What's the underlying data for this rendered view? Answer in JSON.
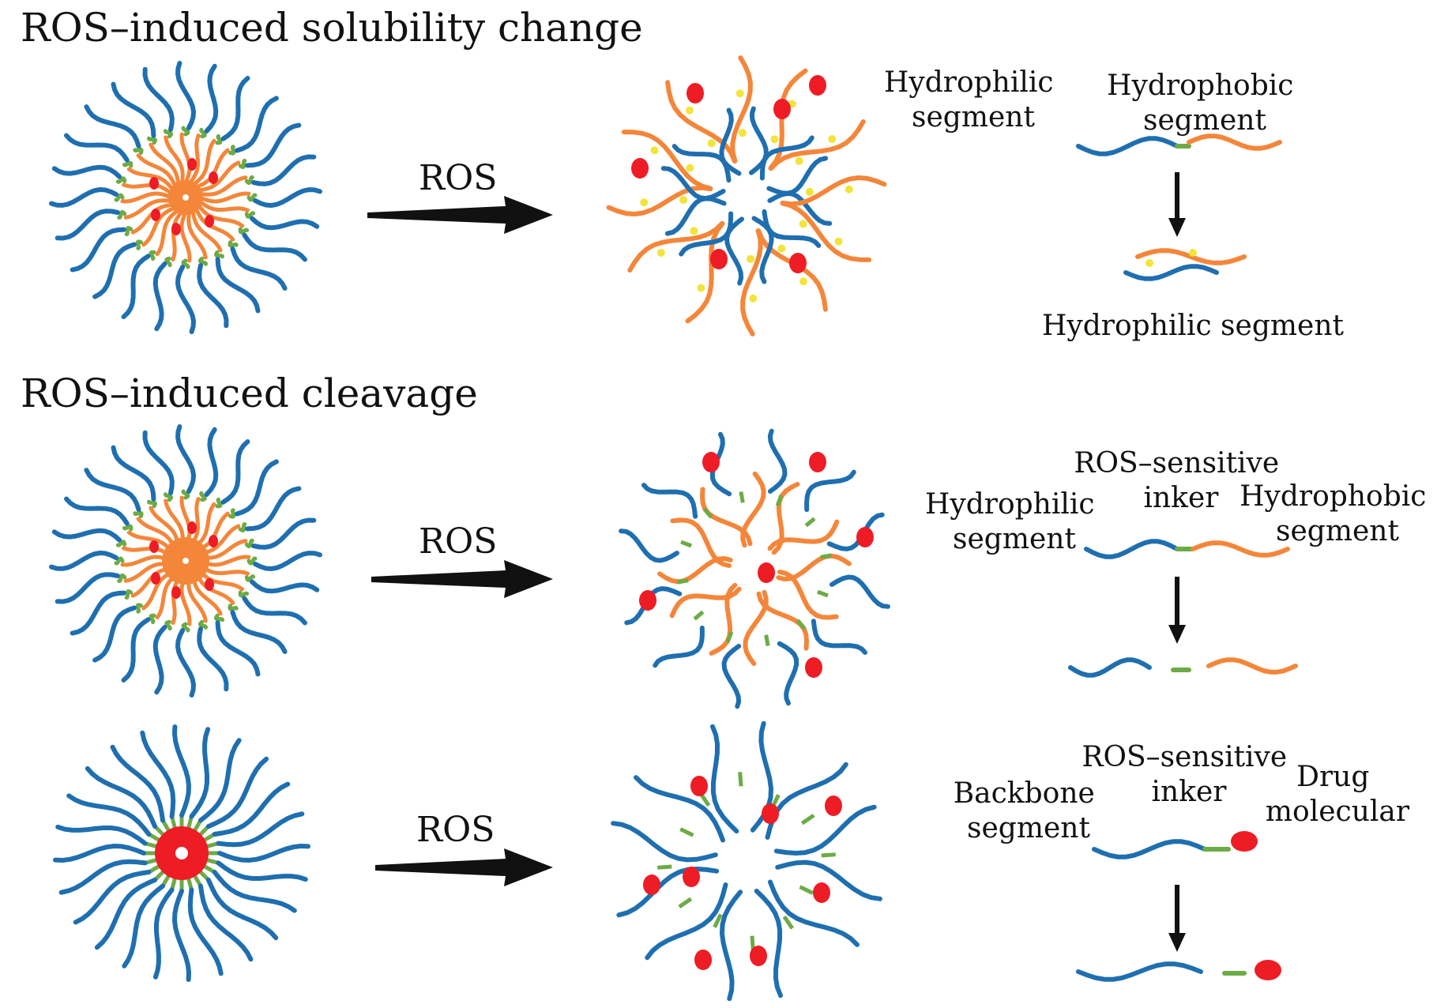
{
  "colors": {
    "blue": "#1f6fb0",
    "orange": "#f4863a",
    "green": "#6cab45",
    "yellow": "#f2e43a",
    "red": "#ee1c25",
    "arrow": "#111111"
  },
  "sections": {
    "solubility": {
      "title": "ROS–induced solubility change",
      "arrow_label": "ROS",
      "legend": {
        "hydrophilic": "Hydrophilic segment",
        "hydrophobic": "Hydrophobic segment",
        "result": "Hydrophilic segment"
      }
    },
    "cleavage": {
      "title": "ROS–induced cleavage",
      "row1": {
        "arrow_label": "ROS",
        "legend": {
          "linker": "ROS–sensitive inker",
          "hydrophilic": "Hydrophilic segment",
          "hydrophobic": "Hydrophobic segment"
        }
      },
      "row2": {
        "arrow_label": "ROS",
        "legend": {
          "linker": "ROS–sensitive inker",
          "backbone": "Backbone segment",
          "drug": "Drug molecular"
        }
      }
    }
  }
}
